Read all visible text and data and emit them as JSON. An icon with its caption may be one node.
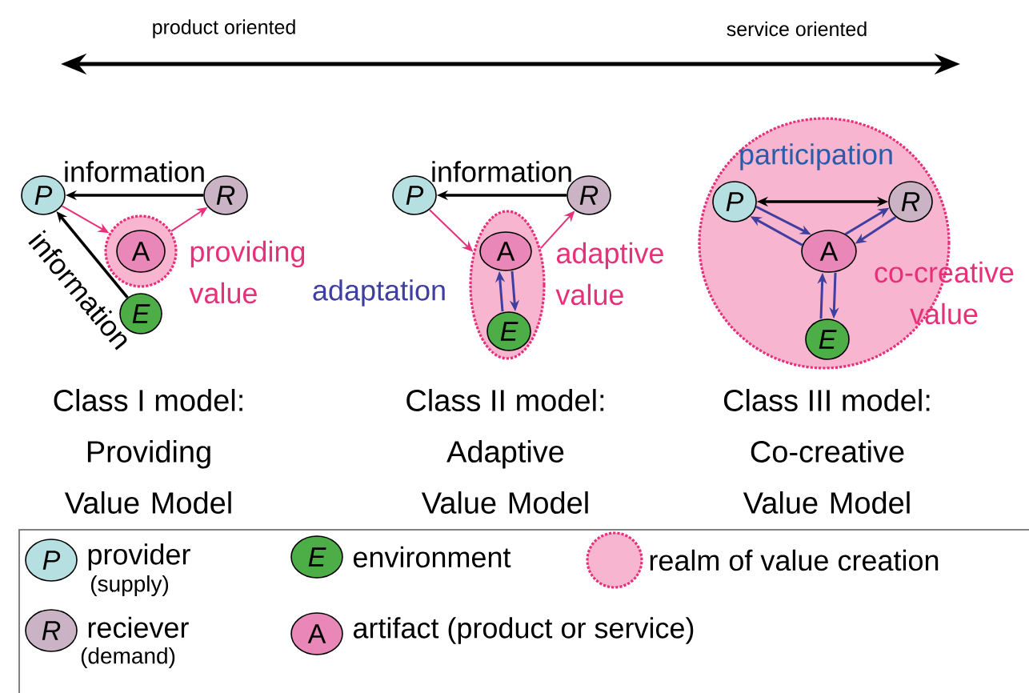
{
  "diagram": {
    "nodes": [
      {
        "text": [
          "P"
        ]
      },
      {
        "text": [
          "R"
        ]
      },
      {
        "text": [],
        "shape": "circle"
      },
      {
        "text": [
          "A"
        ],
        "in": 2
      },
      {
        "text": [
          "E"
        ]
      },
      {
        "text": [
          "P"
        ]
      },
      {
        "text": [
          "R"
        ]
      },
      {
        "text": [],
        "shape": "ellipse"
      },
      {
        "text": [
          "A"
        ],
        "in": 7
      },
      {
        "text": [
          "E"
        ],
        "in": 7
      },
      {
        "text": [],
        "shape": "circle"
      },
      {
        "text": [
          "P"
        ],
        "in": 10
      },
      {
        "text": [
          "R"
        ],
        "in": 10
      },
      {
        "text": [
          "A"
        ],
        "in": 10
      },
      {
        "text": [
          "E"
        ],
        "in": 10
      }
    ],
    "edges": [
      {
        "from": 1,
        "to": 0,
        "arrow": "to",
        "label": "information",
        "color": "#000000"
      },
      {
        "from": 4,
        "to": 0,
        "arrow": "to",
        "label": "information",
        "color": "#000000"
      },
      {
        "from": 0,
        "to": 2,
        "arrow": "to",
        "color": "#e8307a"
      },
      {
        "from": 2,
        "to": 1,
        "arrow": "to",
        "color": "#e8307a"
      },
      {
        "from": 6,
        "to": 5,
        "arrow": "to",
        "label": "information",
        "color": "#000000"
      },
      {
        "from": 5,
        "to": 7,
        "arrow": "to",
        "color": "#e8307a"
      },
      {
        "from": 7,
        "to": 6,
        "arrow": "to",
        "color": "#e8307a"
      },
      {
        "from": 8,
        "to": 9,
        "arrow": "to",
        "color": "#3f3f9f"
      },
      {
        "from": 9,
        "to": 8,
        "arrow": "to",
        "color": "#3f3f9f"
      },
      {
        "from": 11,
        "to": 12,
        "arrow": "both",
        "color": "#000000"
      },
      {
        "from": 11,
        "to": 13,
        "arrow": "to",
        "color": "#3f3f9f"
      },
      {
        "from": 13,
        "to": 11,
        "arrow": "to",
        "color": "#3f3f9f"
      },
      {
        "from": 12,
        "to": 13,
        "arrow": "to",
        "color": "#3f3f9f"
      },
      {
        "from": 13,
        "to": 12,
        "arrow": "to",
        "color": "#3f3f9f"
      },
      {
        "from": 13,
        "to": 14,
        "arrow": "to",
        "color": "#3f3f9f"
      },
      {
        "from": 14,
        "to": 13,
        "arrow": "to",
        "color": "#3f3f9f"
      }
    ],
    "labels": [
      "product oriented",
      "service oriented",
      "providing value",
      "adaptation",
      "adaptive value",
      "participation",
      "co-creative value",
      "Class I model:",
      "Providing Value Model",
      "Class II model:",
      "Adaptive Value Model",
      "Class III model:",
      "Co-creative Value Model",
      "P",
      "(supply)",
      "E",
      "R",
      "(demand)",
      "A"
    ],
    "legend": [
      {
        "text": "provider",
        "color": "#b5dfe0"
      },
      {
        "text": "environment",
        "color": "#4dae47"
      },
      {
        "text": "realm of value creation",
        "color": "#f7b5cf"
      },
      {
        "text": "reciever",
        "color": "#c9b3c4"
      },
      {
        "text": "artifact (product or service)",
        "color": "#e887b8"
      }
    ]
  }
}
